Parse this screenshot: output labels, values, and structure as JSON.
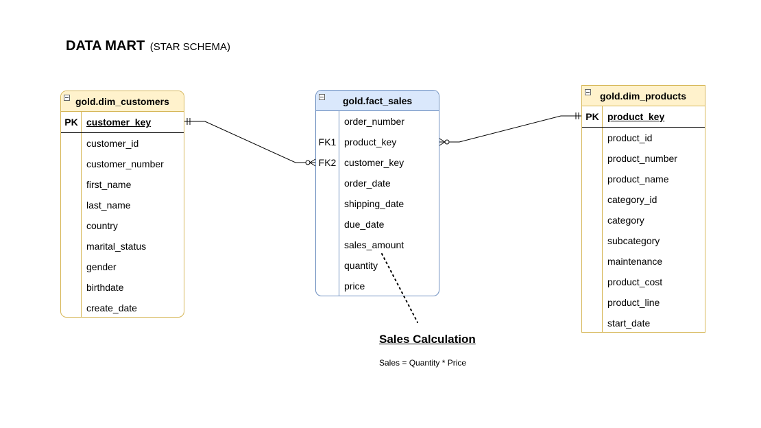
{
  "title": {
    "main": "DATA MART",
    "sub": "(STAR SCHEMA)"
  },
  "colors": {
    "dimension_fill": "#fff2cc",
    "dimension_border": "#d6b656",
    "fact_fill": "#dae8fc",
    "fact_border": "#6c8ebf"
  },
  "dim_customers": {
    "name": "gold.dim_customers",
    "pk": {
      "key": "PK",
      "field": "customer_key"
    },
    "fields": [
      "customer_id",
      "customer_number",
      "first_name",
      "last_name",
      "country",
      "marital_status",
      "gender",
      "birthdate",
      "create_date"
    ]
  },
  "fact_sales": {
    "name": "gold.fact_sales",
    "fields": [
      {
        "key": "",
        "field": "order_number"
      },
      {
        "key": "FK1",
        "field": "product_key"
      },
      {
        "key": "FK2",
        "field": "customer_key"
      },
      {
        "key": "",
        "field": "order_date"
      },
      {
        "key": "",
        "field": "shipping_date"
      },
      {
        "key": "",
        "field": "due_date"
      },
      {
        "key": "",
        "field": "sales_amount"
      },
      {
        "key": "",
        "field": "quantity"
      },
      {
        "key": "",
        "field": "price"
      }
    ]
  },
  "dim_products": {
    "name": "gold.dim_products",
    "pk": {
      "key": "PK",
      "field": "product_key"
    },
    "fields": [
      "product_id",
      "product_number",
      "product_name",
      "category_id",
      "category",
      "subcategory",
      "maintenance",
      "product_cost",
      "product_line",
      "start_date"
    ]
  },
  "note": {
    "title": "Sales Calculation",
    "text": "Sales = Quantity * Price"
  }
}
